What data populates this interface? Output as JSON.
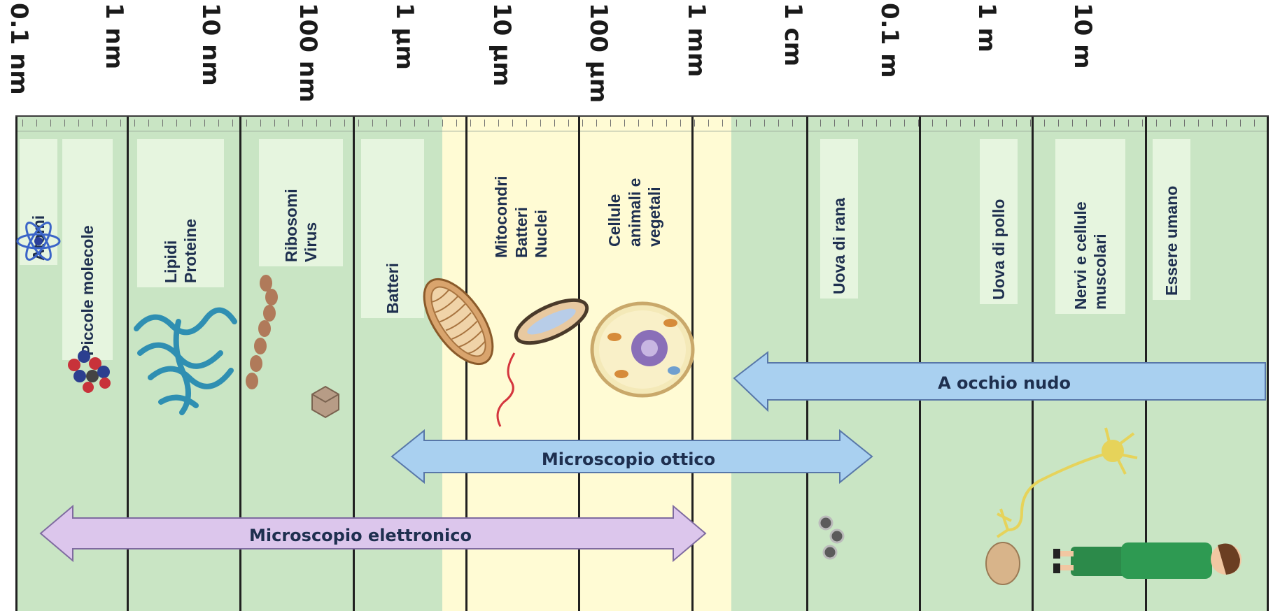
{
  "scale_labels": [
    "0.1 nm",
    "1 nm",
    "10 nm",
    "100 nm",
    "1 µm",
    "10 µm",
    "100 µm",
    "1 mm",
    "1 cm",
    "0.1 m",
    "1 m",
    "10 m"
  ],
  "objects": [
    {
      "lines": [
        "Atomi"
      ]
    },
    {
      "lines": [
        "Piccole molecole"
      ]
    },
    {
      "lines": [
        "Lipidi",
        "Proteine"
      ]
    },
    {
      "lines": [
        "Ribosomi",
        "Virus"
      ]
    },
    {
      "lines": [
        "Batteri"
      ]
    },
    {
      "lines": [
        "Mitocondri",
        "Batteri",
        "Nuclei"
      ]
    },
    {
      "lines": [
        "Cellule",
        "animali e",
        "vegetali"
      ]
    },
    {
      "lines": [
        "Uova di rana"
      ]
    },
    {
      "lines": [
        "Uova di pollo"
      ]
    },
    {
      "lines": [
        "Nervi e cellule",
        "muscolari"
      ]
    },
    {
      "lines": [
        "Essere umano"
      ]
    }
  ],
  "ranges": {
    "naked_eye": "A occhio nudo",
    "optical_microscope": "Microscopio ottico",
    "electron_microscope": "Microscopio elettronico"
  },
  "colors": {
    "panel": "#c9e5c4",
    "pale_band": "#fffbd4",
    "naked_eye_arrow": "#a9d0f0",
    "optical_arrow": "#a9d0f0",
    "electron_arrow": "#dcc6ec"
  },
  "icons": [
    "atom-icon",
    "molecule-icon",
    "protein-icon",
    "ribosome-chain-icon",
    "virus-icon",
    "mitochondrion-icon",
    "bacterium-icon",
    "cell-icon",
    "frog-eggs-icon",
    "neuron-icon",
    "egg-icon",
    "human-figure-icon"
  ]
}
